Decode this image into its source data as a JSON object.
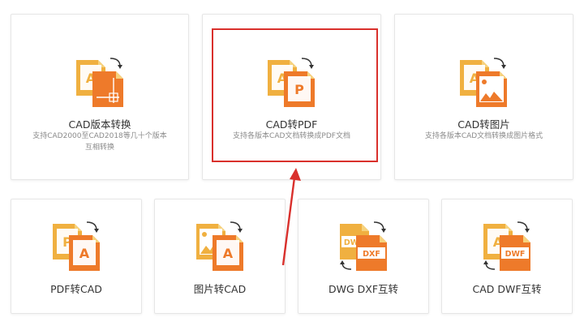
{
  "colors": {
    "highlight": "#d9302c",
    "doc_back": "#f0b040",
    "doc_front": "#ee7a2a",
    "doc_fold": "#f6d27d",
    "text_title": "#333333",
    "text_desc": "#8a8a8a"
  },
  "cards": [
    {
      "id": "cad-version",
      "title": "CAD版本转换",
      "desc_line1": "支持CAD2000至CAD2018等几十个版本",
      "desc_line2": "互相转换",
      "icon": {
        "name": "cad-version-convert-icon",
        "back": "A",
        "front": "grid",
        "arrow": "down"
      }
    },
    {
      "id": "cad-to-pdf",
      "title": "CAD转PDF",
      "desc_line1": "支持各版本CAD文档转换成PDF文档",
      "desc_line2": "",
      "icon": {
        "name": "cad-to-pdf-icon",
        "back": "A",
        "front": "P",
        "arrow": "down"
      }
    },
    {
      "id": "cad-to-image",
      "title": "CAD转图片",
      "desc_line1": "支持各版本CAD文档转换成图片格式",
      "desc_line2": "",
      "icon": {
        "name": "cad-to-image-icon",
        "back": "A",
        "front": "image",
        "arrow": "down"
      }
    },
    {
      "id": "pdf-to-cad",
      "title": "PDF转CAD",
      "desc_line1": "",
      "desc_line2": "",
      "icon": {
        "name": "pdf-to-cad-icon",
        "back": "P",
        "front": "A",
        "arrow": "down"
      }
    },
    {
      "id": "image-to-cad",
      "title": "图片转CAD",
      "desc_line1": "",
      "desc_line2": "",
      "icon": {
        "name": "image-to-cad-icon",
        "back": "image",
        "front": "A",
        "arrow": "down"
      }
    },
    {
      "id": "dwg-dxf",
      "title": "DWG DXF互转",
      "desc_line1": "",
      "desc_line2": "",
      "icon": {
        "name": "dwg-dxf-convert-icon",
        "back": "DWG",
        "front": "DXF",
        "arrow": "both"
      }
    },
    {
      "id": "cad-dwf",
      "title": "CAD DWF互转",
      "desc_line1": "",
      "desc_line2": "",
      "icon": {
        "name": "cad-dwf-convert-icon",
        "back": "A",
        "front": "DWF",
        "arrow": "both"
      }
    }
  ]
}
